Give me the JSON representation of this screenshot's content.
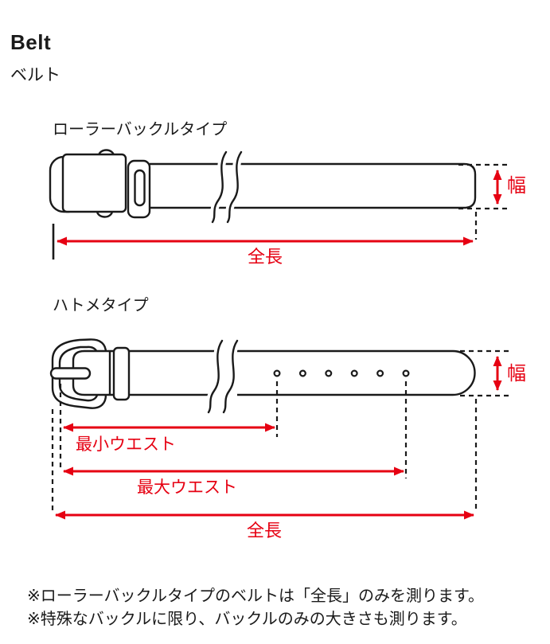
{
  "page": {
    "title_en": "Belt",
    "title_ja": "ベルト"
  },
  "diagrams": [
    {
      "id": "roller-buckle-type",
      "label": "ローラーバックルタイプ",
      "measurements": {
        "width": "幅",
        "total_length": "全長"
      }
    },
    {
      "id": "hatome-type",
      "label": "ハトメタイプ",
      "eyelet_count": 6,
      "measurements": {
        "width": "幅",
        "min_waist": "最小ウエスト",
        "max_waist": "最大ウエスト",
        "total_length": "全長"
      }
    }
  ],
  "footnotes": [
    "※ローラーバックルタイプのベルトは「全長」のみを測ります。",
    "※特殊なバックルに限り、バックルのみの大きさも測ります。"
  ],
  "colors": {
    "accent_red": "#e60012",
    "line_black": "#1a1a1a",
    "background": "#ffffff"
  }
}
